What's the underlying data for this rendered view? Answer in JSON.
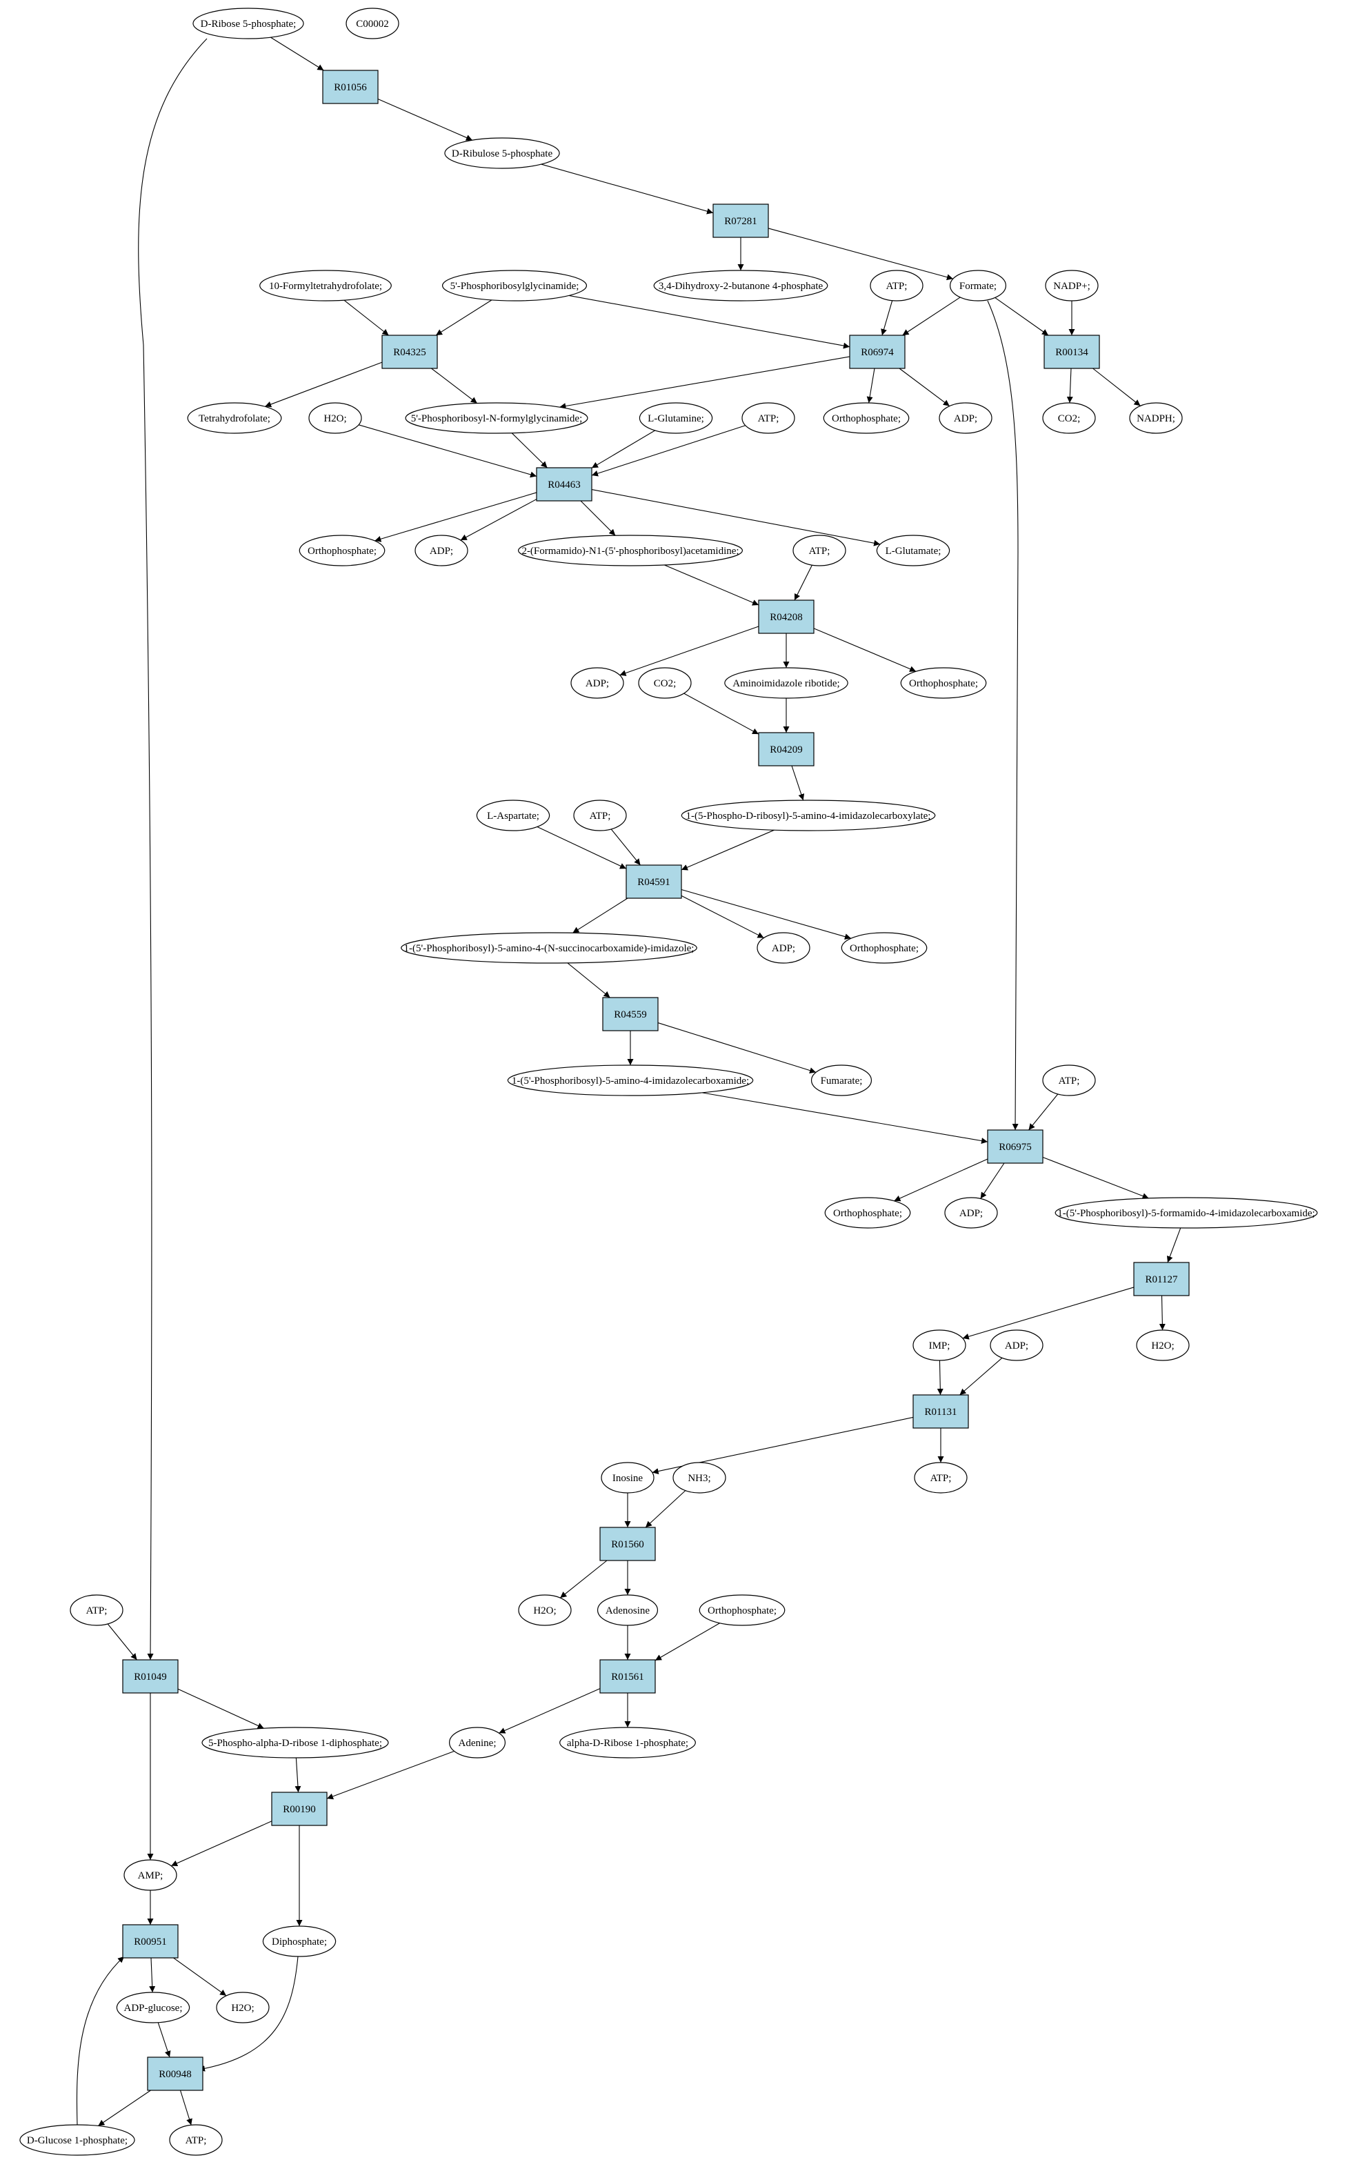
{
  "colors": {
    "reaction_fill": "#add8e6",
    "start_fill": "#00ee00",
    "highlight_fill": "#ffff00",
    "metabolite_fill": "#ffffff"
  },
  "nodes": {
    "rib5p": {
      "label": "D-Ribose 5-phosphate;",
      "kind": "met",
      "fill": "#00ee00"
    },
    "c00002": {
      "label": "C00002",
      "kind": "met",
      "fill": "#ffff00"
    },
    "r01056": {
      "label": "R01056",
      "kind": "rxn"
    },
    "ribu5p": {
      "label": "D-Ribulose 5-phosphate",
      "kind": "met"
    },
    "r07281": {
      "label": "R07281",
      "kind": "rxn"
    },
    "dhbp": {
      "label": "3,4-Dihydroxy-2-butanone 4-phosphate",
      "kind": "met"
    },
    "atp_1": {
      "label": "ATP;",
      "kind": "met"
    },
    "formate": {
      "label": "Formate;",
      "kind": "met"
    },
    "nadp": {
      "label": "NADP+;",
      "kind": "met"
    },
    "fthf": {
      "label": "10-Formyltetrahydrofolate;",
      "kind": "met"
    },
    "gar": {
      "label": "5'-Phosphoribosylglycinamide;",
      "kind": "met"
    },
    "r04325": {
      "label": "R04325",
      "kind": "rxn"
    },
    "r06974": {
      "label": "R06974",
      "kind": "rxn"
    },
    "r00134": {
      "label": "R00134",
      "kind": "rxn"
    },
    "thf": {
      "label": "Tetrahydrofolate;",
      "kind": "met"
    },
    "h2o_1": {
      "label": "H2O;",
      "kind": "met"
    },
    "fgar": {
      "label": "5'-Phosphoribosyl-N-formylglycinamide;",
      "kind": "met"
    },
    "glutamine": {
      "label": "L-Glutamine;",
      "kind": "met"
    },
    "atp_2": {
      "label": "ATP;",
      "kind": "met"
    },
    "pi_1": {
      "label": "Orthophosphate;",
      "kind": "met"
    },
    "adp_1": {
      "label": "ADP;",
      "kind": "met"
    },
    "co2_1": {
      "label": "CO2;",
      "kind": "met"
    },
    "nadph": {
      "label": "NADPH;",
      "kind": "met"
    },
    "r04463": {
      "label": "R04463",
      "kind": "rxn"
    },
    "pi_2": {
      "label": "Orthophosphate;",
      "kind": "met"
    },
    "adp_2": {
      "label": "ADP;",
      "kind": "met"
    },
    "fgam": {
      "label": "2-(Formamido)-N1-(5'-phosphoribosyl)acetamidine;",
      "kind": "met"
    },
    "atp_3": {
      "label": "ATP;",
      "kind": "met"
    },
    "glutamate": {
      "label": "L-Glutamate;",
      "kind": "met"
    },
    "r04208": {
      "label": "R04208",
      "kind": "rxn"
    },
    "adp_3": {
      "label": "ADP;",
      "kind": "met"
    },
    "co2_2": {
      "label": "CO2;",
      "kind": "met"
    },
    "air": {
      "label": "Aminoimidazole ribotide;",
      "kind": "met"
    },
    "pi_3": {
      "label": "Orthophosphate;",
      "kind": "met"
    },
    "r04209": {
      "label": "R04209",
      "kind": "rxn"
    },
    "aspartate": {
      "label": "L-Aspartate;",
      "kind": "met"
    },
    "atp_4": {
      "label": "ATP;",
      "kind": "met"
    },
    "cair": {
      "label": "1-(5-Phospho-D-ribosyl)-5-amino-4-imidazolecarboxylate;",
      "kind": "met"
    },
    "r04591": {
      "label": "R04591",
      "kind": "rxn"
    },
    "saicar": {
      "label": "1-(5'-Phosphoribosyl)-5-amino-4-(N-succinocarboxamide)-imidazole;",
      "kind": "met"
    },
    "adp_4": {
      "label": "ADP;",
      "kind": "met"
    },
    "pi_4": {
      "label": "Orthophosphate;",
      "kind": "met"
    },
    "r04559": {
      "label": "R04559",
      "kind": "rxn"
    },
    "aicar": {
      "label": "1-(5'-Phosphoribosyl)-5-amino-4-imidazolecarboxamide;",
      "kind": "met"
    },
    "fumarate": {
      "label": "Fumarate;",
      "kind": "met"
    },
    "atp_5": {
      "label": "ATP;",
      "kind": "met"
    },
    "r06975": {
      "label": "R06975",
      "kind": "rxn"
    },
    "pi_5": {
      "label": "Orthophosphate;",
      "kind": "met"
    },
    "adp_5": {
      "label": "ADP;",
      "kind": "met"
    },
    "faicar": {
      "label": "1-(5'-Phosphoribosyl)-5-formamido-4-imidazolecarboxamide;",
      "kind": "met"
    },
    "r01127": {
      "label": "R01127",
      "kind": "rxn"
    },
    "imp": {
      "label": "IMP;",
      "kind": "met"
    },
    "adp_6": {
      "label": "ADP;",
      "kind": "met"
    },
    "h2o_2": {
      "label": "H2O;",
      "kind": "met"
    },
    "r01131": {
      "label": "R01131",
      "kind": "rxn"
    },
    "inosine": {
      "label": "Inosine",
      "kind": "met"
    },
    "nh3": {
      "label": "NH3;",
      "kind": "met"
    },
    "atp_6": {
      "label": "ATP;",
      "kind": "met"
    },
    "r01560": {
      "label": "R01560",
      "kind": "rxn"
    },
    "h2o_3": {
      "label": "H2O;",
      "kind": "met"
    },
    "adenosine": {
      "label": "Adenosine",
      "kind": "met"
    },
    "pi_6": {
      "label": "Orthophosphate;",
      "kind": "met"
    },
    "atp_7": {
      "label": "ATP;",
      "kind": "met"
    },
    "r01049": {
      "label": "R01049",
      "kind": "rxn"
    },
    "r01561": {
      "label": "R01561",
      "kind": "rxn"
    },
    "prpp": {
      "label": "5-Phospho-alpha-D-ribose 1-diphosphate;",
      "kind": "met"
    },
    "adenine": {
      "label": "Adenine;",
      "kind": "met"
    },
    "ribose1p": {
      "label": "alpha-D-Ribose 1-phosphate;",
      "kind": "met"
    },
    "r00190": {
      "label": "R00190",
      "kind": "rxn"
    },
    "amp": {
      "label": "AMP;",
      "kind": "met"
    },
    "r00951": {
      "label": "R00951",
      "kind": "rxn"
    },
    "diphosphate": {
      "label": "Diphosphate;",
      "kind": "met"
    },
    "adpglucose": {
      "label": "ADP-glucose;",
      "kind": "met"
    },
    "h2o_4": {
      "label": "H2O;",
      "kind": "met"
    },
    "r00948": {
      "label": "R00948",
      "kind": "rxn"
    },
    "g1p": {
      "label": "D-Glucose 1-phosphate;",
      "kind": "met"
    },
    "atp_8": {
      "label": "ATP;",
      "kind": "met"
    }
  },
  "edges": [
    [
      "rib5p",
      "r01056"
    ],
    [
      "rib5p",
      "r01049"
    ],
    [
      "r01056",
      "ribu5p"
    ],
    [
      "ribu5p",
      "r07281"
    ],
    [
      "r07281",
      "dhbp"
    ],
    [
      "r07281",
      "formate"
    ],
    [
      "fthf",
      "r04325"
    ],
    [
      "gar",
      "r04325"
    ],
    [
      "gar",
      "r06974"
    ],
    [
      "atp_1",
      "r06974"
    ],
    [
      "formate",
      "r06974"
    ],
    [
      "formate",
      "r00134"
    ],
    [
      "formate",
      "r06975"
    ],
    [
      "nadp",
      "r00134"
    ],
    [
      "r04325",
      "thf"
    ],
    [
      "r04325",
      "fgar"
    ],
    [
      "r06974",
      "fgar"
    ],
    [
      "r06974",
      "pi_1"
    ],
    [
      "r06974",
      "adp_1"
    ],
    [
      "r00134",
      "co2_1"
    ],
    [
      "r00134",
      "nadph"
    ],
    [
      "h2o_1",
      "r04463"
    ],
    [
      "fgar",
      "r04463"
    ],
    [
      "glutamine",
      "r04463"
    ],
    [
      "atp_2",
      "r04463"
    ],
    [
      "r04463",
      "pi_2"
    ],
    [
      "r04463",
      "adp_2"
    ],
    [
      "r04463",
      "fgam"
    ],
    [
      "r04463",
      "glutamate"
    ],
    [
      "fgam",
      "r04208"
    ],
    [
      "atp_3",
      "r04208"
    ],
    [
      "r04208",
      "adp_3"
    ],
    [
      "r04208",
      "air"
    ],
    [
      "r04208",
      "pi_3"
    ],
    [
      "co2_2",
      "r04209"
    ],
    [
      "air",
      "r04209"
    ],
    [
      "r04209",
      "cair"
    ],
    [
      "aspartate",
      "r04591"
    ],
    [
      "atp_4",
      "r04591"
    ],
    [
      "cair",
      "r04591"
    ],
    [
      "r04591",
      "saicar"
    ],
    [
      "r04591",
      "adp_4"
    ],
    [
      "r04591",
      "pi_4"
    ],
    [
      "saicar",
      "r04559"
    ],
    [
      "r04559",
      "aicar"
    ],
    [
      "r04559",
      "fumarate"
    ],
    [
      "aicar",
      "r06975"
    ],
    [
      "atp_5",
      "r06975"
    ],
    [
      "r06975",
      "pi_5"
    ],
    [
      "r06975",
      "adp_5"
    ],
    [
      "r06975",
      "faicar"
    ],
    [
      "faicar",
      "r01127"
    ],
    [
      "r01127",
      "imp"
    ],
    [
      "r01127",
      "h2o_2"
    ],
    [
      "imp",
      "r01131"
    ],
    [
      "adp_6",
      "r01131"
    ],
    [
      "r01131",
      "inosine"
    ],
    [
      "r01131",
      "atp_6"
    ],
    [
      "inosine",
      "r01560"
    ],
    [
      "nh3",
      "r01560"
    ],
    [
      "r01560",
      "h2o_3"
    ],
    [
      "r01560",
      "adenosine"
    ],
    [
      "adenosine",
      "r01561"
    ],
    [
      "pi_6",
      "r01561"
    ],
    [
      "r01561",
      "adenine"
    ],
    [
      "r01561",
      "ribose1p"
    ],
    [
      "atp_7",
      "r01049"
    ],
    [
      "r01049",
      "prpp"
    ],
    [
      "r01049",
      "amp"
    ],
    [
      "prpp",
      "r00190"
    ],
    [
      "adenine",
      "r00190"
    ],
    [
      "r00190",
      "amp"
    ],
    [
      "r00190",
      "diphosphate"
    ],
    [
      "amp",
      "r00951"
    ],
    [
      "g1p",
      "r00951"
    ],
    [
      "r00951",
      "adpglucose"
    ],
    [
      "r00951",
      "h2o_4"
    ],
    [
      "adpglucose",
      "r00948"
    ],
    [
      "diphosphate",
      "r00948"
    ],
    [
      "r00948",
      "g1p"
    ],
    [
      "r00948",
      "atp_8"
    ]
  ]
}
